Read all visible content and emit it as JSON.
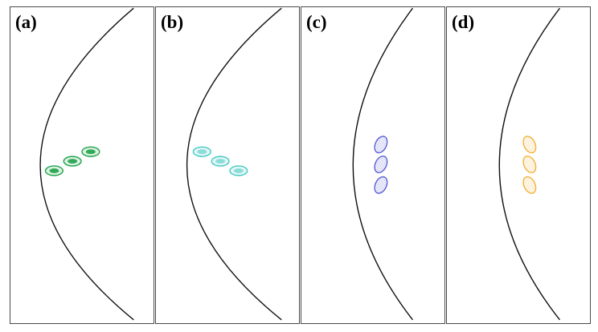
{
  "panels": [
    {
      "id": "a",
      "label": "(a)",
      "color": "#1fa34a",
      "arrangement": "diagonal-up"
    },
    {
      "id": "b",
      "label": "(b)",
      "color": "#45c9c3",
      "arrangement": "diagonal-down"
    },
    {
      "id": "c",
      "label": "(c)",
      "color": "#5a5ed6",
      "arrangement": "vertical"
    },
    {
      "id": "d",
      "label": "(d)",
      "color": "#f2b13a",
      "arrangement": "vertical"
    }
  ],
  "curve_color": "#111111",
  "border_color": "#4a4a4a"
}
